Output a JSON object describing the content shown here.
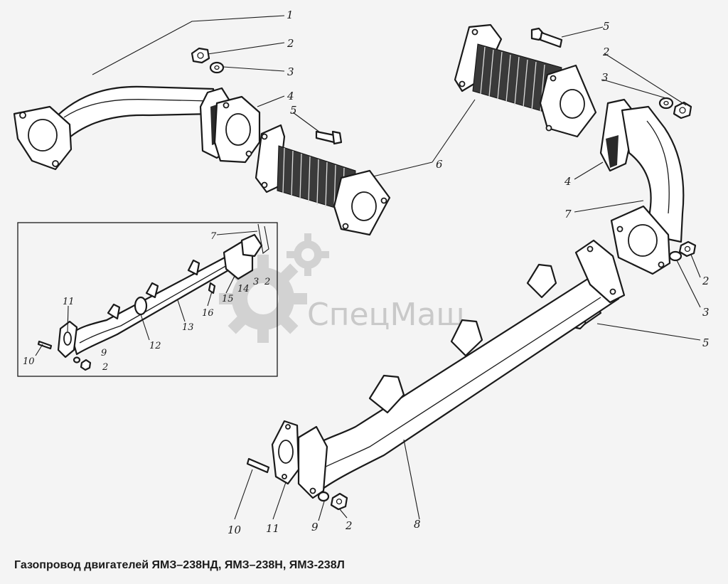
{
  "caption": "Газопровод двигателей ЯМЗ–238НД, ЯМЗ–238Н, ЯМЗ-238Л",
  "watermark": {
    "text": "СпецМаш",
    "icon": "gear-icon"
  },
  "callouts": {
    "pipe_top_1": "1",
    "nut_top_2": "2",
    "washer_top_3": "3",
    "gasket_top_4": "4",
    "bolt_top_5": "5",
    "bellows_6": "6",
    "bolt_right_5": "5",
    "nut_right_2": "2",
    "washer_right_3": "3",
    "gasket_right_4": "4",
    "elbow_7": "7",
    "nut_low_2": "2",
    "washer_low_3": "3",
    "bolt_low_5": "5",
    "manifold_8": "8",
    "nut_bottom_2": "2",
    "washer_bottom_9": "9",
    "gasket_bottom_11": "11",
    "stud_bottom_10": "10"
  },
  "inset": {
    "elbow_7": "7",
    "gasket_11": "11",
    "stud_10": "10",
    "washer_9": "9",
    "nut_2": "2",
    "pipe_12": "12",
    "pipe_13": "13",
    "bolt_16": "16",
    "part_15": "15",
    "part_14": "14",
    "part_3": "3",
    "part_2": "2"
  },
  "colors": {
    "ink": "#1a1a1a",
    "paper": "#f4f4f4",
    "watermark": "#c9c9c9"
  }
}
